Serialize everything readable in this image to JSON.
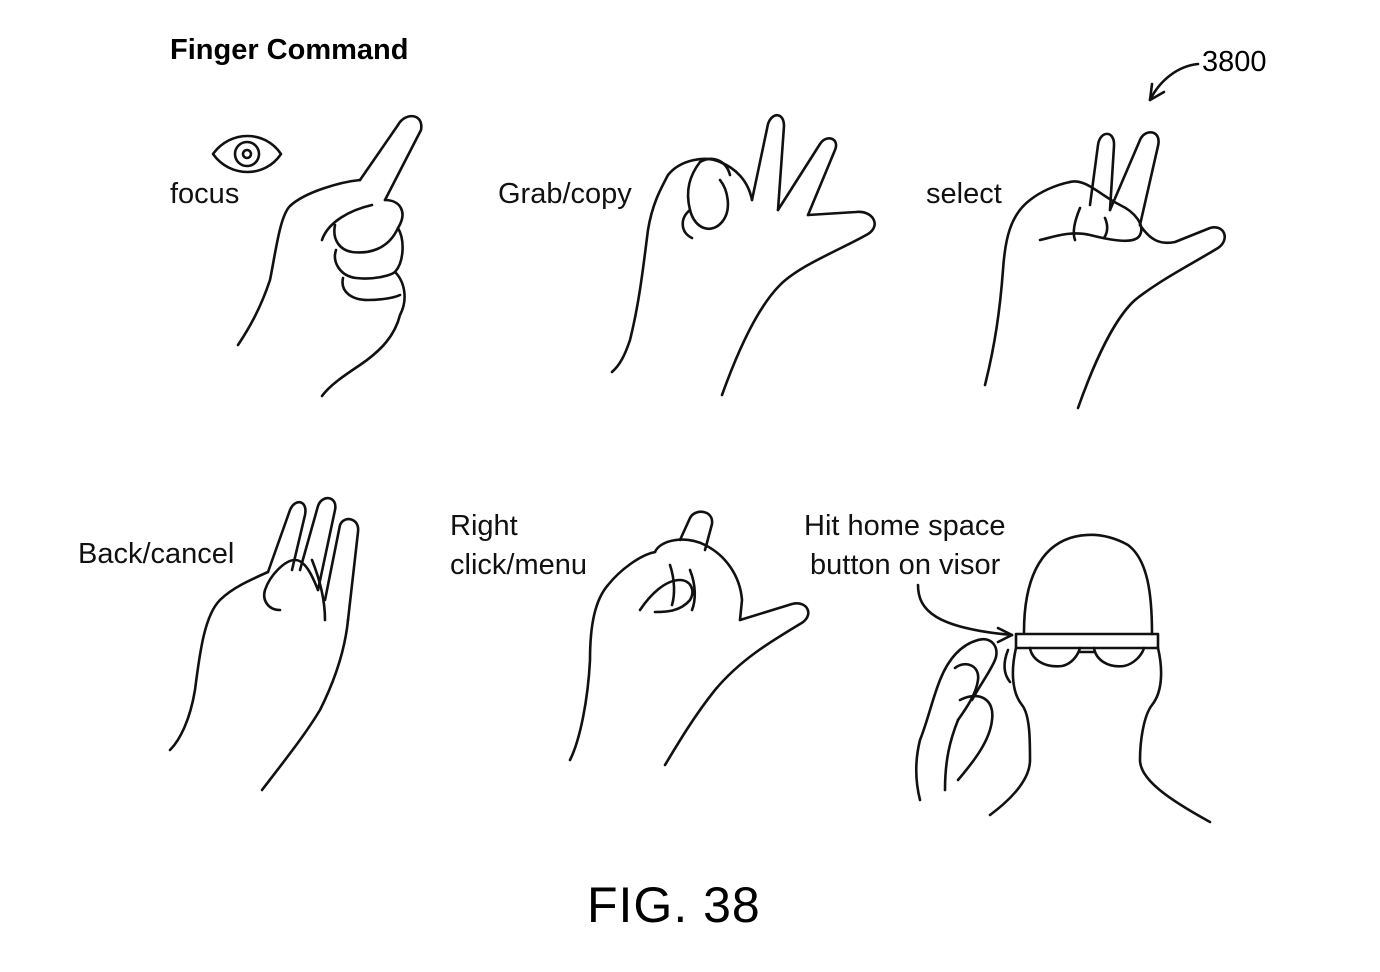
{
  "title": "Finger Command",
  "reference_number": "3800",
  "figure_label": "FIG. 38",
  "gestures": [
    {
      "label": "focus",
      "icon": "eye-icon"
    },
    {
      "label": "Grab/copy"
    },
    {
      "label": "select"
    },
    {
      "label": "Back/cancel"
    },
    {
      "label_line1": "Right",
      "label_line2": "click/menu"
    },
    {
      "label_line1": "Hit home space",
      "label_line2": "button on visor"
    }
  ]
}
